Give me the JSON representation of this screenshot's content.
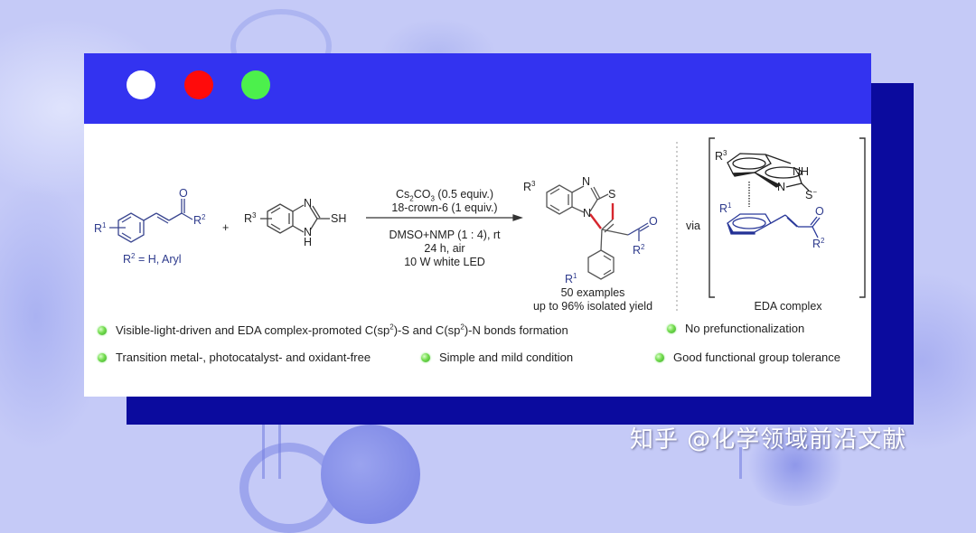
{
  "window": {
    "controls": [
      {
        "name": "white-dot",
        "color": "#ffffff"
      },
      {
        "name": "red-dot",
        "color": "#ff0b0b"
      },
      {
        "name": "green-dot",
        "color": "#4cf04c"
      }
    ],
    "header_color": "#3333f0",
    "shadow_color": "#0b0b9e",
    "background_color": "#c5caf7"
  },
  "scheme": {
    "reactant1": {
      "substituent_r1": "R",
      "r1_sup": "1",
      "carbonyl_o": "O",
      "substituent_r2": "R",
      "r2_sup": "2",
      "note_prefix": "R",
      "note_sup": "2",
      "note_suffix": " = H, Aryl"
    },
    "plus": "+",
    "reactant2": {
      "substituent_r3": "R",
      "r3_sup": "3",
      "n_top": "N",
      "n_bottom": "N",
      "h_bottom": "H",
      "sh": "SH"
    },
    "conditions": {
      "line1_pre": "Cs",
      "line1_sub1": "2",
      "line1_mid": "CO",
      "line1_sub2": "3",
      "line1_post": " (0.5 equiv.)",
      "line2": "18-crown-6 (1 equiv.)",
      "line3": "DMSO+NMP (1 : 4), rt",
      "line4": "24 h, air",
      "line5": "10 W white LED"
    },
    "product": {
      "r3": "R",
      "r3_sup": "3",
      "n_top": "N",
      "n_bridge": "N",
      "s": "S",
      "o": "O",
      "r2": "R",
      "r2_sup": "2",
      "r1": "R",
      "r1_sup": "1",
      "caption1": "50 examples",
      "caption2": "up to 96% isolated yield"
    },
    "via": "via",
    "eda": {
      "r3": "R",
      "r3_sup": "3",
      "nh": "NH",
      "n": "N",
      "s": "S",
      "s_charge": "−",
      "r1": "R",
      "r1_sup": "1",
      "o": "O",
      "r2": "R",
      "r2_sup": "2",
      "caption": "EDA complex"
    }
  },
  "highlights": [
    {
      "pre": "Visible-light-driven and EDA complex-promoted C(sp",
      "sup1": "2",
      "mid": ")-S and C(sp",
      "sup2": "2",
      "post": ")-N bonds formation"
    },
    {
      "text": "No prefunctionalization"
    },
    {
      "text": "Transition metal-, photocatalyst- and oxidant-free"
    },
    {
      "text": "Simple and mild condition"
    },
    {
      "text": "Good functional group tolerance"
    }
  ],
  "watermark": "知乎 @化学领域前沿文献"
}
